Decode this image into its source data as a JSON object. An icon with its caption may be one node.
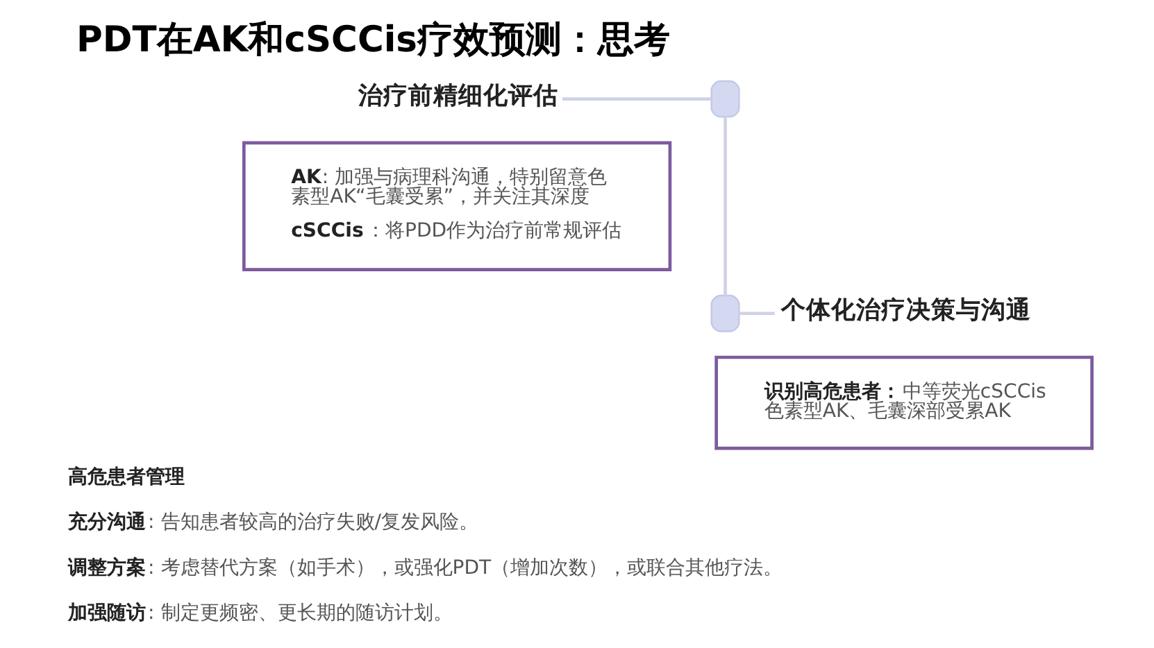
{
  "diagram": {
    "title": "PDT在AK和cSCCis疗效预测：思考",
    "nodes": [
      {
        "text": [
          "治疗前精细化评估"
        ]
      },
      {
        "text": [],
        "shape": "box"
      },
      {
        "text": [
          "**AK**: 加强与病理科沟通，特别留意色素型AK“毛囊受累”，并关注其深度",
          "**cSCCis**：将PDD作为治疗前常规评估"
        ]
      },
      {
        "text": [],
        "shape": "box"
      },
      {
        "text": [
          "个体化治疗决策与沟通"
        ]
      },
      {
        "text": [
          "**识别高危患者：**中等荧光cSCCis色素型AK、毛囊深部受累AK"
        ]
      }
    ],
    "edges": [
      {
        "from": 0,
        "to": 1,
        "arrow": "none"
      },
      {
        "from": 1,
        "to": 3,
        "arrow": "none"
      },
      {
        "from": 3,
        "to": 4,
        "arrow": "none"
      }
    ],
    "labels": [
      "高危患者管理",
      "**充分沟通**: 告知患者较高的治疗失败/复发风险。",
      "**调整方案**: 考虑替代方案（如手术），或强化PDT（增加次数），或联合其他疗法。",
      "**加强随访**: 制定更频密、更长期的随访计划。"
    ]
  }
}
